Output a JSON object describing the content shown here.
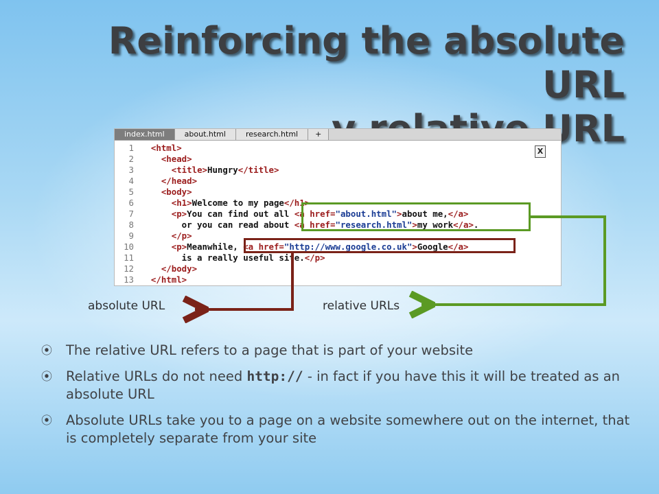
{
  "slide": {
    "title_line1": "Reinforcing the absolute URL",
    "title_line2": "v relative URL"
  },
  "editor": {
    "tabs": [
      "index.html",
      "about.html",
      "research.html",
      "+"
    ],
    "close_label": "X",
    "lines": [
      {
        "n": "1",
        "parts": [
          {
            "t": "  ",
            "c": ""
          },
          {
            "t": "<html>",
            "c": "tag"
          }
        ]
      },
      {
        "n": "2",
        "parts": [
          {
            "t": "    ",
            "c": ""
          },
          {
            "t": "<head>",
            "c": "tag"
          }
        ]
      },
      {
        "n": "3",
        "parts": [
          {
            "t": "      ",
            "c": ""
          },
          {
            "t": "<title>",
            "c": "tag"
          },
          {
            "t": "Hungry",
            "c": ""
          },
          {
            "t": "</title>",
            "c": "tag"
          }
        ]
      },
      {
        "n": "4",
        "parts": [
          {
            "t": "    ",
            "c": ""
          },
          {
            "t": "</head>",
            "c": "tag"
          }
        ]
      },
      {
        "n": "5",
        "parts": [
          {
            "t": "    ",
            "c": ""
          },
          {
            "t": "<body>",
            "c": "tag"
          }
        ]
      },
      {
        "n": "6",
        "parts": [
          {
            "t": "      ",
            "c": ""
          },
          {
            "t": "<h1>",
            "c": "tag"
          },
          {
            "t": "Welcome to my page",
            "c": ""
          },
          {
            "t": "</h1>",
            "c": "tag"
          }
        ]
      },
      {
        "n": "7",
        "parts": [
          {
            "t": "      ",
            "c": ""
          },
          {
            "t": "<p>",
            "c": "tag"
          },
          {
            "t": "You can find out all ",
            "c": ""
          },
          {
            "t": "<a href=",
            "c": "tag"
          },
          {
            "t": "\"about.html\"",
            "c": "str"
          },
          {
            "t": ">",
            "c": "tag"
          },
          {
            "t": "about me,",
            "c": ""
          },
          {
            "t": "</a>",
            "c": "tag"
          }
        ]
      },
      {
        "n": "8",
        "parts": [
          {
            "t": "        or you can read about ",
            "c": ""
          },
          {
            "t": "<a href=",
            "c": "tag"
          },
          {
            "t": "\"research.html\"",
            "c": "str"
          },
          {
            "t": ">",
            "c": "tag"
          },
          {
            "t": "my work",
            "c": ""
          },
          {
            "t": "</a>",
            "c": "tag"
          },
          {
            "t": ".",
            "c": ""
          }
        ]
      },
      {
        "n": "9",
        "parts": [
          {
            "t": "      ",
            "c": ""
          },
          {
            "t": "</p>",
            "c": "tag"
          }
        ]
      },
      {
        "n": "10",
        "parts": [
          {
            "t": "      ",
            "c": ""
          },
          {
            "t": "<p>",
            "c": "tag"
          },
          {
            "t": "Meanwhile, ",
            "c": ""
          },
          {
            "t": "<a href=",
            "c": "tag"
          },
          {
            "t": "\"http://www.google.co.uk\"",
            "c": "str"
          },
          {
            "t": ">",
            "c": "tag"
          },
          {
            "t": "Google",
            "c": ""
          },
          {
            "t": "</a>",
            "c": "tag"
          }
        ]
      },
      {
        "n": "11",
        "parts": [
          {
            "t": "        is a really useful site.",
            "c": ""
          },
          {
            "t": "</p>",
            "c": "tag"
          }
        ]
      },
      {
        "n": "12",
        "parts": [
          {
            "t": "    ",
            "c": ""
          },
          {
            "t": "</body>",
            "c": "tag"
          }
        ]
      },
      {
        "n": "13",
        "parts": [
          {
            "t": "  ",
            "c": ""
          },
          {
            "t": "</html>",
            "c": "tag"
          }
        ]
      }
    ]
  },
  "annotations": {
    "absolute_label": "absolute URL",
    "relative_label": "relative URLs",
    "absolute_color": "#7a2218",
    "relative_color": "#5b9a24"
  },
  "bullets": [
    {
      "text": "The relative URL refers to a page that is part of your website"
    },
    {
      "pre": "Relative URLs do not need ",
      "code": "http://",
      "post": " - in fact if you have this it will be treated as an absolute URL"
    },
    {
      "text": "Absolute URLs take you to a page on a website somewhere out on the internet, that is completely separate from your site"
    }
  ],
  "bullet_symbol": "⦿"
}
